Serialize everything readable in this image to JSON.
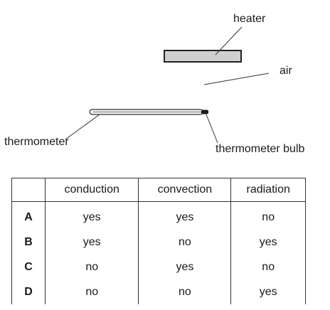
{
  "diagram": {
    "labels": {
      "heater": "heater",
      "air": "air",
      "thermometer": "thermometer",
      "thermometer_bulb": "thermometer bulb"
    }
  },
  "table": {
    "headers": [
      "",
      "conduction",
      "convection",
      "radiation"
    ],
    "rows": [
      {
        "option": "A",
        "conduction": "yes",
        "convection": "yes",
        "radiation": "no"
      },
      {
        "option": "B",
        "conduction": "yes",
        "convection": "no",
        "radiation": "yes"
      },
      {
        "option": "C",
        "conduction": "no",
        "convection": "yes",
        "radiation": "no"
      },
      {
        "option": "D",
        "conduction": "no",
        "convection": "no",
        "radiation": "yes"
      }
    ]
  }
}
